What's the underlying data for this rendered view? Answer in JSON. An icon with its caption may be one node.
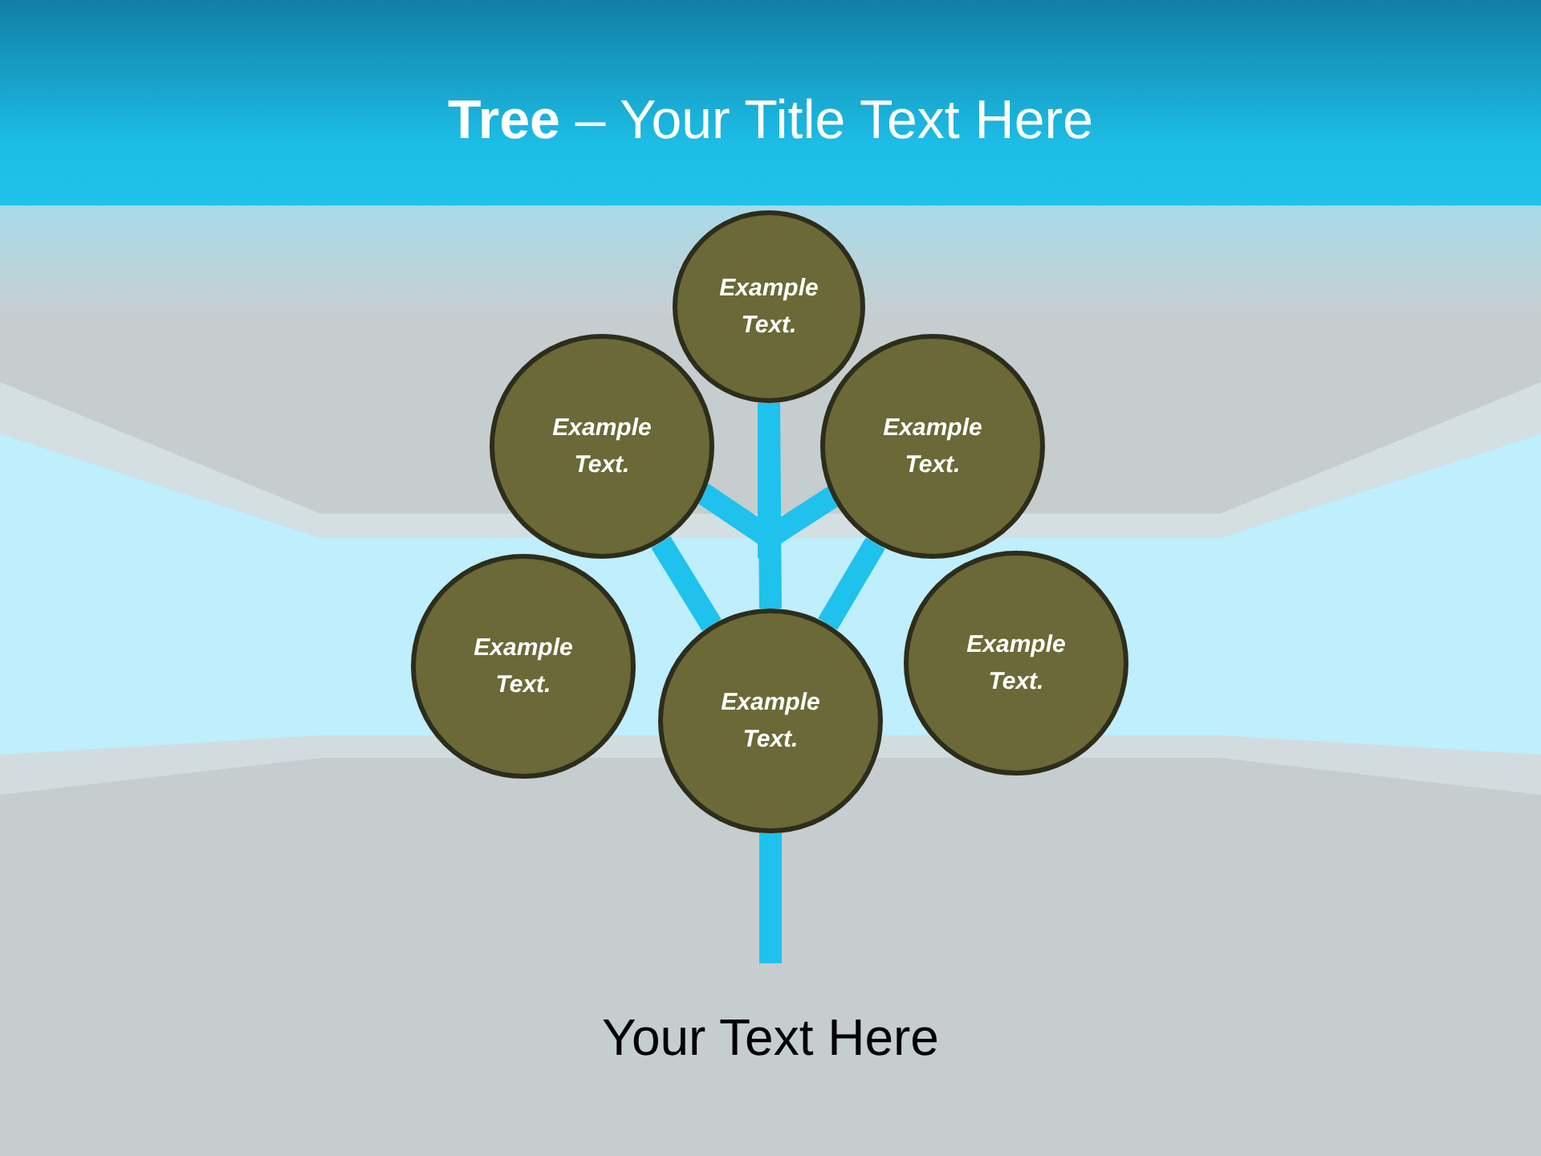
{
  "diagram": {
    "title": "**Tree** – Your Title Text Here",
    "nodes": [
      {
        "text": [
          "Example Text."
        ]
      },
      {
        "text": [
          "Example Text."
        ]
      },
      {
        "text": [
          "Example Text."
        ]
      },
      {
        "text": [
          "Example Text."
        ]
      },
      {
        "text": [
          "Example Text."
        ]
      },
      {
        "text": [
          "Example Text."
        ]
      }
    ],
    "edges": [
      {
        "from": 4,
        "to": 0,
        "arrow": "none"
      },
      {
        "from": 4,
        "to": 1,
        "arrow": "none"
      },
      {
        "from": 4,
        "to": 2,
        "arrow": "none"
      },
      {
        "from": 0,
        "to": 1,
        "arrow": "none"
      },
      {
        "from": 0,
        "to": 2,
        "arrow": "none"
      }
    ],
    "labels": [
      "Your Text Here"
    ]
  }
}
